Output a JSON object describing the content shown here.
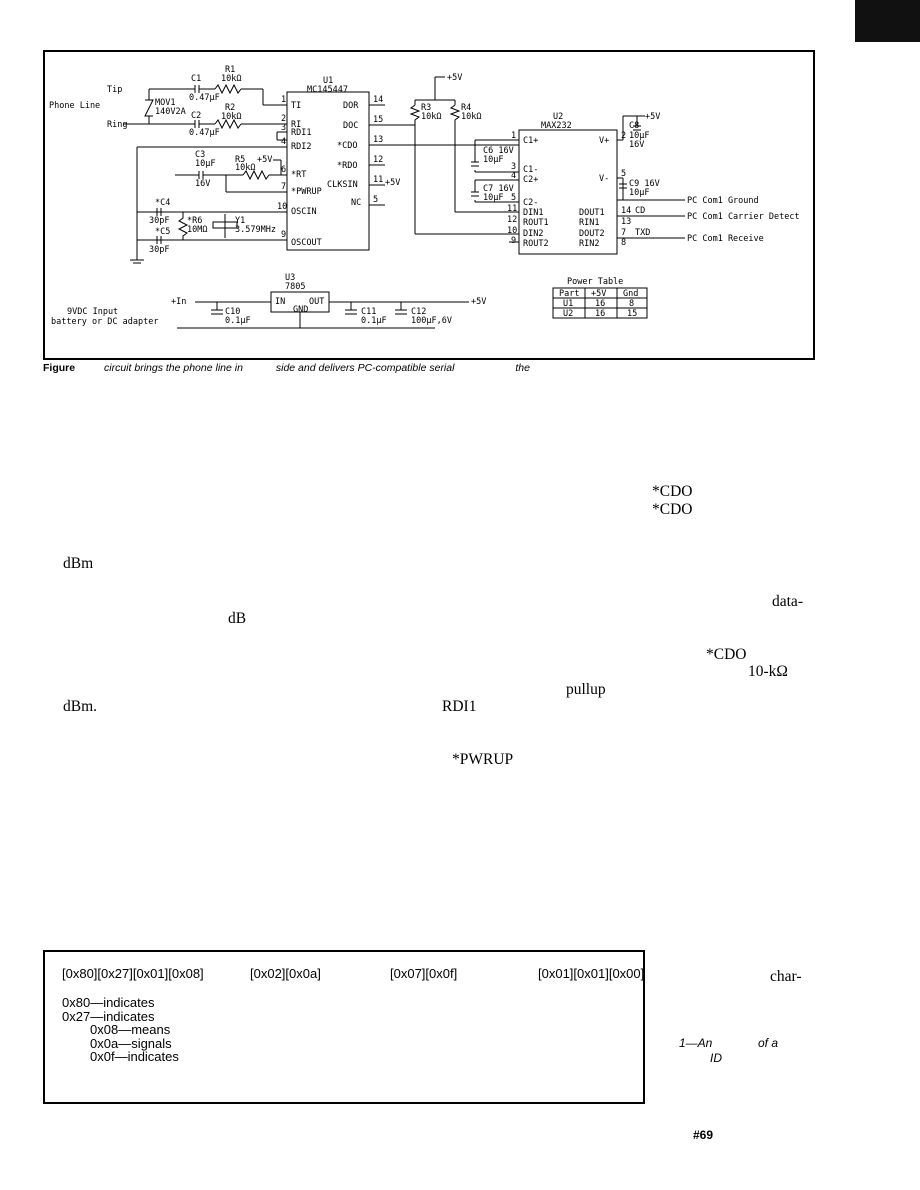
{
  "schematic": {
    "labels": {
      "tip": "Tip",
      "phone_line": "Phone Line",
      "ring": "Ring",
      "c1": "C1",
      "c1_val": "0.47µF",
      "r1": "R1",
      "r1_val": "10kΩ",
      "mov1": "MOV1",
      "mov1_val": "140V2A",
      "c2": "C2",
      "c2_val": "0.47µF",
      "r2": "R2",
      "r2_val": "10kΩ",
      "c3": "C3",
      "c3_val": "10µF",
      "c3_v": "16V",
      "r5": "R5",
      "r5_val": "10kΩ",
      "r5_vplus": "+5V",
      "c4": "*C4",
      "c4_val": "30pF",
      "c5": "*C5",
      "c5_val": "30pF",
      "r6": "*R6",
      "r6_val": "10MΩ",
      "y1": "Y1",
      "y1_val": "3.579MHz",
      "u1": "U1",
      "u1_part": "MC145447",
      "u1_ti": "TI",
      "u1_ri": "RI",
      "u1_rdi1": "RDI1",
      "u1_rdi2": "RDI2",
      "u1_rt": "*RT",
      "u1_pwrup": "*PWRUP",
      "u1_oscin": "OSCIN",
      "u1_oscout": "OSCOUT",
      "u1_dor": "DOR",
      "u1_doc": "DOC",
      "u1_cdo": "*CDO",
      "u1_rdo": "*RDO",
      "u1_clksin": "CLKSIN",
      "u1_nc": "NC",
      "u1_clk_v": "+5V",
      "p1": "1",
      "p2": "2",
      "p3": "3",
      "p4": "4",
      "p6": "6",
      "p7": "7",
      "p10": "10",
      "p9": "9",
      "p14": "14",
      "p15": "15",
      "p13": "13",
      "p12": "12",
      "p11": "11",
      "p5": "5",
      "top_v": "+5V",
      "r3": "R3",
      "r3_val": "10kΩ",
      "r4": "R4",
      "r4_val": "10kΩ",
      "u2": "U2",
      "u2_part": "MAX232",
      "u2_v": "+5V",
      "u2_c1p": "C1+",
      "u2_c1m": "C1-",
      "u2_c2p": "C2+",
      "u2_c2m": "C2-",
      "u2_vp": "V+",
      "u2_vm": "V-",
      "u2_din1": "DIN1",
      "u2_rout1": "ROUT1",
      "u2_din2": "DIN2",
      "u2_rout2": "ROUT2",
      "u2_dout1": "DOUT1",
      "u2_rin1": "RIN1",
      "u2_dout2": "DOUT2",
      "u2_rin2": "RIN2",
      "q1": "1",
      "q2": "2",
      "q3": "3",
      "q4": "4",
      "q5": "5",
      "q6": "5",
      "q11": "11",
      "q12": "12",
      "q10": "10",
      "q9": "9",
      "q14": "14",
      "q13": "13",
      "q7": "7",
      "q8": "8",
      "c6": "C6 16V",
      "c6_val": "10µF",
      "c7": "C7 16V",
      "c7_val": "10µF",
      "c8": "C8",
      "c8_val": "10µF",
      "c8_v": "16V",
      "c9": "C9 16V",
      "c9_val": "10µF",
      "gnd_label": "PC Com1 Ground",
      "cd": "CD",
      "cd_label": "PC Com1 Carrier Detect",
      "txd": "TXD",
      "rx_label": "PC Com1 Receive",
      "u3": "U3",
      "u3_part": "7805",
      "u3_in": "IN",
      "u3_out": "OUT",
      "u3_gnd": "GND",
      "plus_in": "+In",
      "input_1": "9VDC Input",
      "input_2": "battery or DC adapter",
      "c10": "C10",
      "c10_val": "0.1µF",
      "c11": "C11",
      "c11_val": "0.1µF",
      "c12": "C12",
      "c12_val": "100µF,6V",
      "out_v": "+5V"
    },
    "power_table": {
      "title": "Power Table",
      "headers": [
        "Part",
        "+5V",
        "Gnd"
      ],
      "rows": [
        [
          "U1",
          "16",
          "8"
        ],
        [
          "U2",
          "16",
          "15"
        ]
      ]
    }
  },
  "caption": {
    "figure": "Figure",
    "text": "circuit brings the phone line in",
    "text2": "side and delivers PC-compatible serial",
    "text3": "the"
  },
  "fragments": {
    "cdo1": "*CDO",
    "cdo2": "*CDO",
    "dbm1": "dBm",
    "data": "data-",
    "db": "dB",
    "cdo3": "*CDO",
    "tenk": "10-kΩ",
    "pullup": "pullup",
    "dbm2": "dBm.",
    "rdi1": "RDI1",
    "pwrup": "*PWRUP"
  },
  "listing": {
    "g1": "[0x80][0x27][0x01][0x08]",
    "g2": "[0x02][0x0a]",
    "g3": "[0x07][0x0f]",
    "g4": "[0x01][0x01][0x00]",
    "l1": "0x80—indicates",
    "l2": "0x27—indicates",
    "l3": "0x08—means",
    "l4": "0x0a—signals",
    "l5": "0x0f—indicates"
  },
  "side": {
    "char": "char-",
    "cap1": "1—An",
    "cap2": "of a",
    "cap3": "ID"
  },
  "page_number": "#69"
}
